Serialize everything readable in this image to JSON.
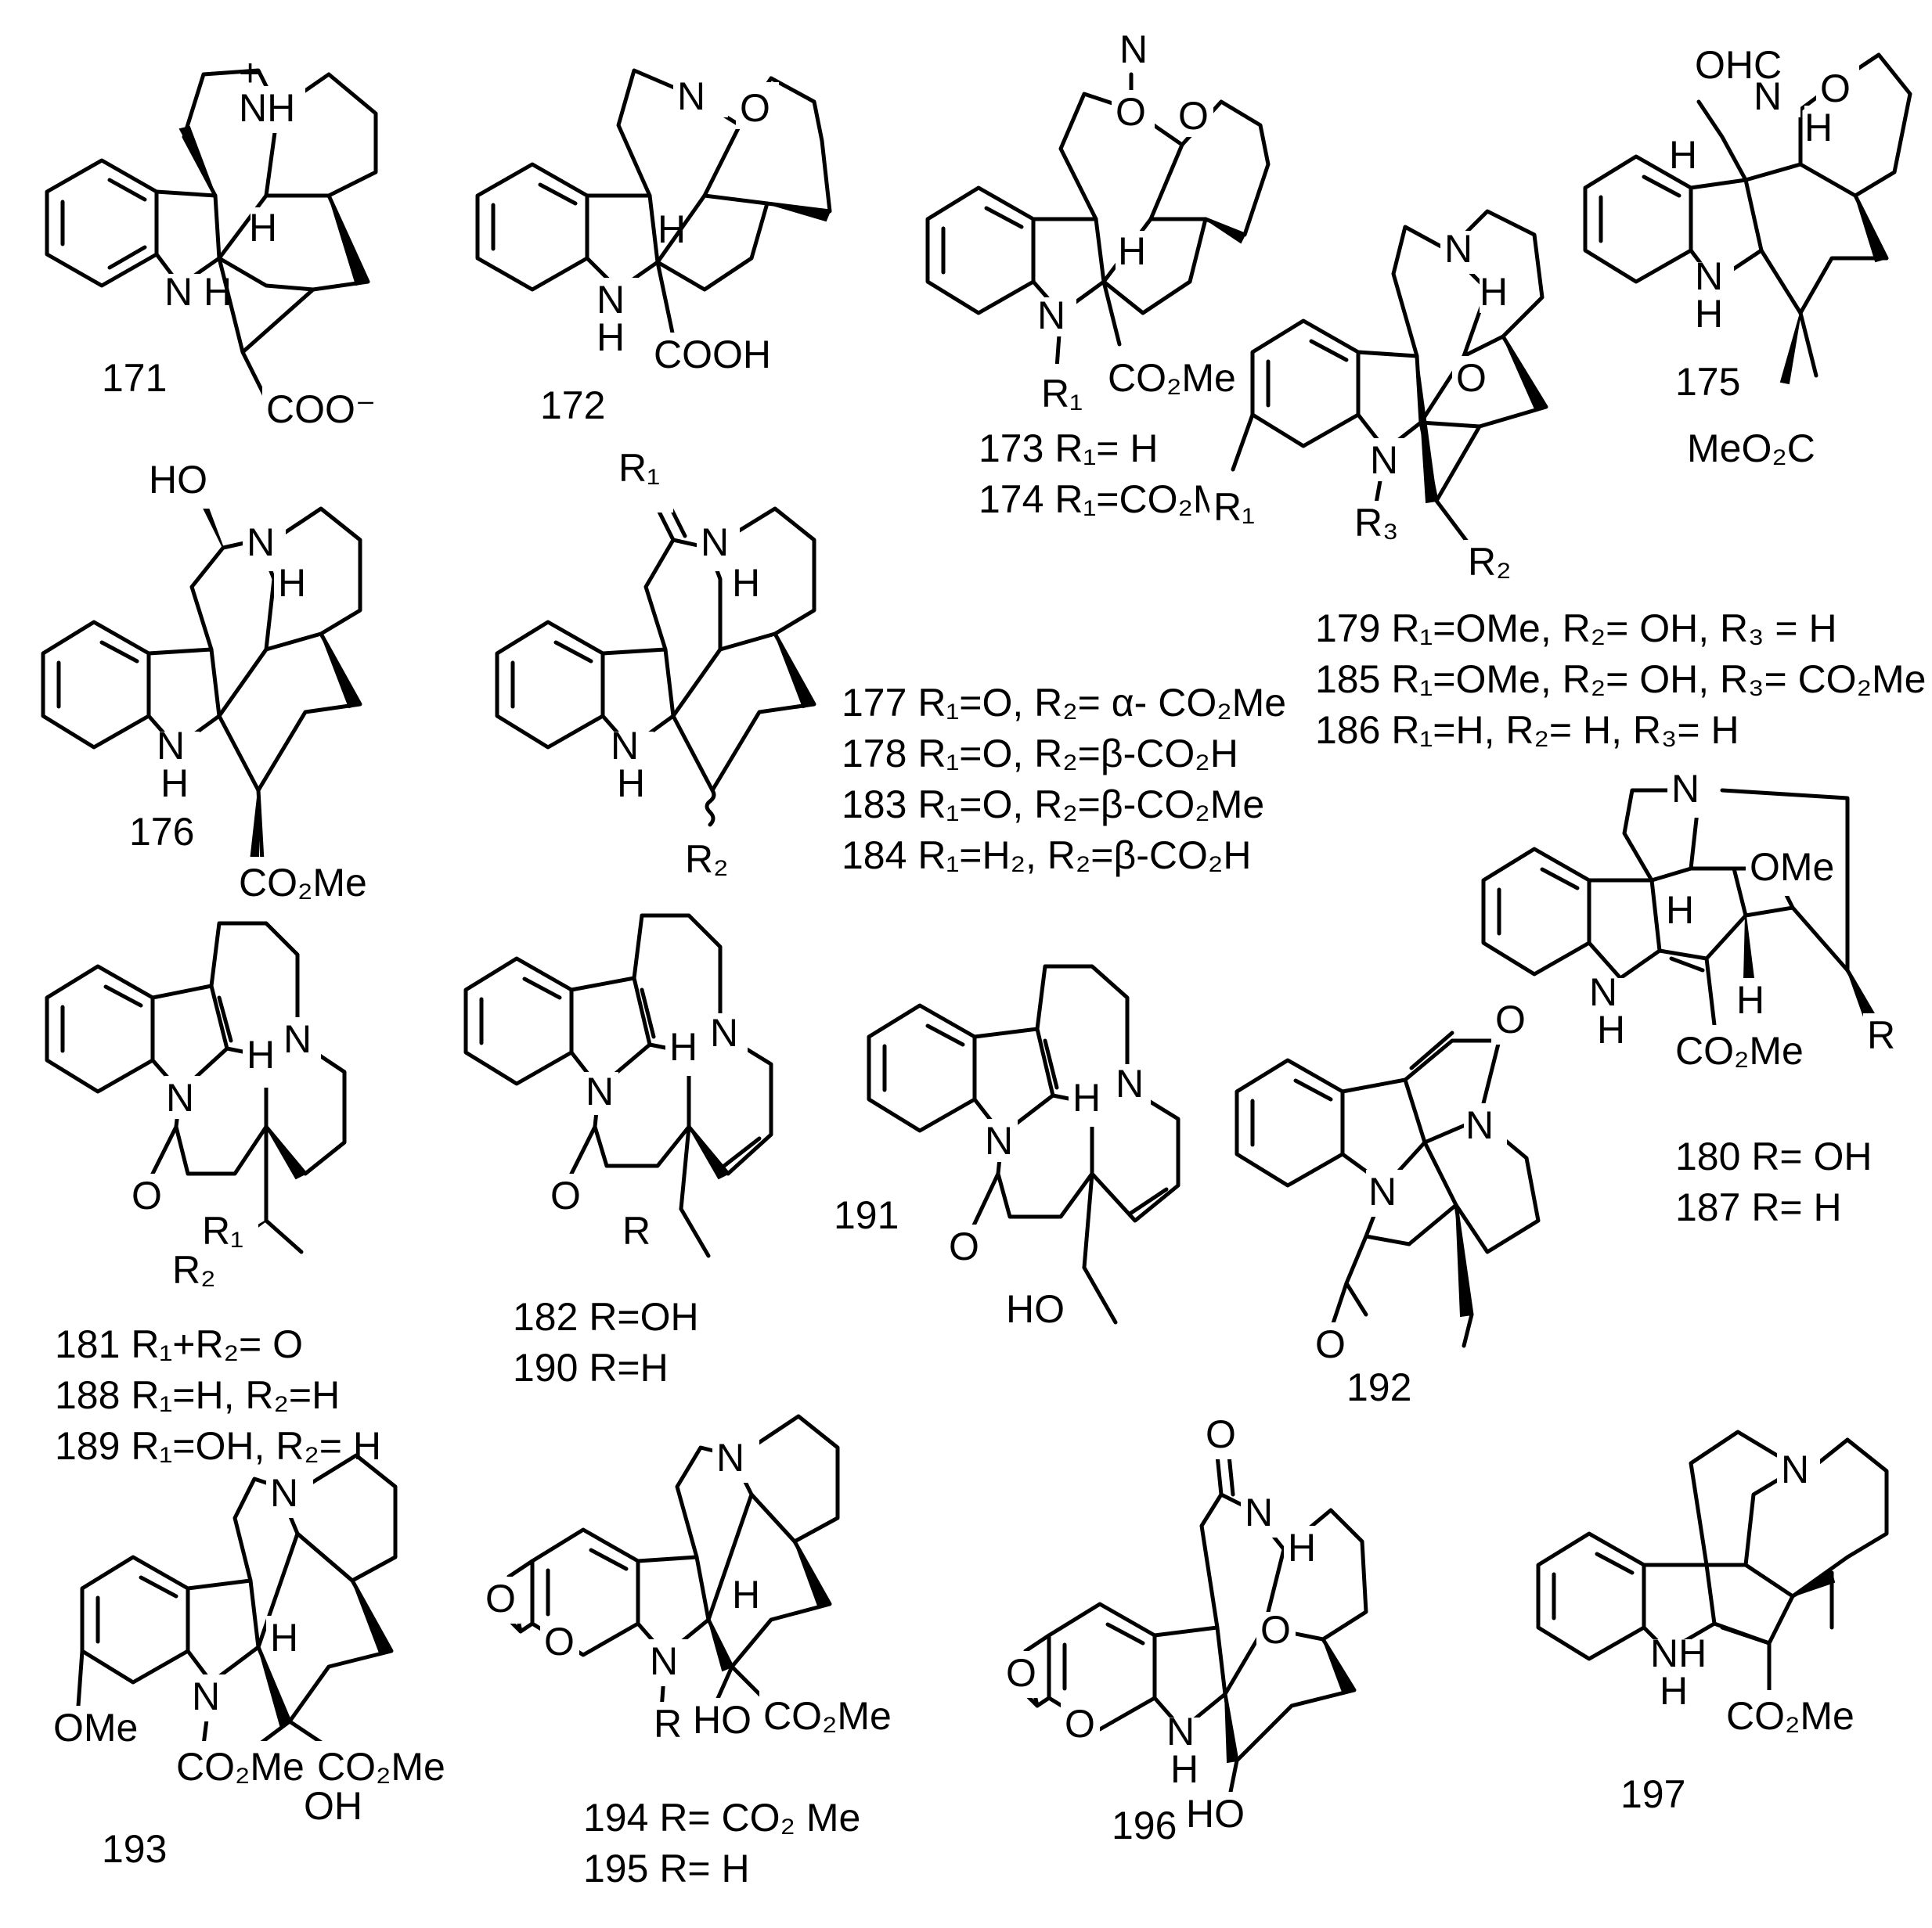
{
  "compounds": [
    {
      "number": "171",
      "labels": [
        "NH",
        "+",
        "H",
        "N H",
        "COO⁻"
      ]
    },
    {
      "number": "172",
      "labels": [
        "N",
        "O",
        "H",
        "N",
        "H",
        "COOH"
      ]
    },
    {
      "labels": [
        "N",
        "O",
        "O",
        "H",
        "N",
        "R₁",
        "CO₂Me"
      ],
      "captions": [
        "173 R₁= H",
        "174 R₁=CO₂Me"
      ]
    },
    {
      "labels": [
        "N",
        "H",
        "O",
        "N",
        "R₃",
        "R₁",
        "R₂"
      ],
      "captions": [
        "179 R₁=OMe, R₂= OH,  R₃ = H",
        "185 R₁=OMe, R₂= OH, R₃= CO₂Me",
        "186 R₁=H, R₂= H,  R₃= H"
      ]
    },
    {
      "number": "175",
      "labels": [
        "OHC",
        "N",
        "O",
        "H",
        "H",
        "N",
        "H",
        "MeO₂C"
      ]
    },
    {
      "number": "176",
      "labels": [
        "HO",
        "N",
        "H",
        "N",
        "H",
        "CO₂Me"
      ]
    },
    {
      "labels": [
        "R₁",
        "N",
        "H",
        "N",
        "H",
        "R₂"
      ],
      "captions": [
        "177 R₁=O, R₂= α- CO₂Me",
        "178 R₁=O, R₂=β-CO₂H",
        "183 R₁=O, R₂=β-CO₂Me",
        "184 R₁=H₂, R₂=β-CO₂H"
      ]
    },
    {
      "labels": [
        "N",
        "OMe",
        "H",
        "N",
        "H",
        "H",
        "R",
        "CO₂Me"
      ],
      "captions": [
        "180 R= OH",
        "187 R= H"
      ]
    },
    {
      "labels": [
        "H",
        "N",
        "N",
        "O",
        "R₁",
        "R₂"
      ],
      "captions": [
        "181 R₁+R₂= O",
        "188 R₁=H, R₂=H",
        "189 R₁=OH, R₂= H"
      ]
    },
    {
      "labels": [
        "H",
        "N",
        "N",
        "O",
        "R"
      ],
      "captions": [
        "182 R=OH",
        "190 R=H"
      ]
    },
    {
      "number": "191",
      "labels": [
        "H",
        "N",
        "N",
        "O",
        "HO"
      ]
    },
    {
      "number": "192",
      "labels": [
        "O",
        "N",
        "N",
        "O"
      ]
    },
    {
      "number": "193",
      "labels": [
        "N",
        "H",
        "N",
        "OMe",
        "CO₂Me",
        "CO₂Me",
        "OH"
      ]
    },
    {
      "labels": [
        "N",
        "H",
        "O",
        "O",
        "N",
        "R",
        "HO",
        "CO₂Me"
      ],
      "captions": [
        "194 R= CO₂ Me",
        "195 R= H"
      ]
    },
    {
      "number": "196",
      "labels": [
        "O",
        "N",
        "H",
        "O",
        "O",
        "O",
        "N",
        "H",
        "HO"
      ]
    },
    {
      "number": "197",
      "labels": [
        "N",
        "NH",
        "H",
        "CO₂Me"
      ]
    }
  ]
}
